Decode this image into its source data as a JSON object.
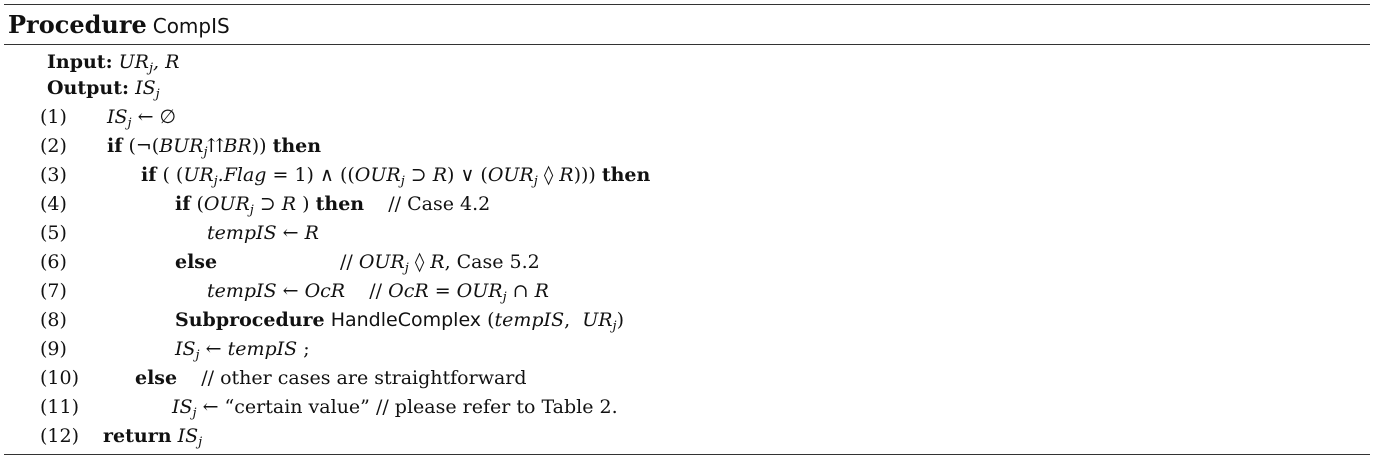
{
  "header": {
    "keyword": "Procedure",
    "name": "CompIS"
  },
  "io": {
    "input_label": "Input:",
    "input_value": "URj, R",
    "output_label": "Output:",
    "output_value": "ISj"
  },
  "lines": [
    {
      "num": "(1)",
      "text": "ISj ← ∅"
    },
    {
      "num": "(2)",
      "kw": "if",
      "text": "(¬(BURj⇈BR))",
      "kw2": "then"
    },
    {
      "num": "(3)",
      "kw": "if",
      "text": "( (URj.Flag = 1) ∧ ((OURj ⊃ R) ∨ (OURj ◊ R)))",
      "kw2": "then"
    },
    {
      "num": "(4)",
      "kw": "if",
      "text": "(OURj ⊃ R )",
      "kw2": "then",
      "comment": "// Case 4.2"
    },
    {
      "num": "(5)",
      "text": "tempIS ← R"
    },
    {
      "num": "(6)",
      "kw": "else",
      "comment": "// OURj ◊ R, Case 5.2"
    },
    {
      "num": "(7)",
      "text": "tempIS ← OcR",
      "comment": "// OcR = OURj ∩ R"
    },
    {
      "num": "(8)",
      "kw": "Subprocedure",
      "name": "HandleComplex",
      "text": "(tempIS,  URj)"
    },
    {
      "num": "(9)",
      "text": "ISj ← tempIS ;"
    },
    {
      "num": "(10)",
      "kw": "else",
      "comment": "// other cases are straightforward"
    },
    {
      "num": "(11)",
      "text": "ISj ← “certain value”",
      "comment": "// please refer to Table 2."
    },
    {
      "num": "(12)",
      "kw": "return",
      "text": "ISj"
    }
  ]
}
